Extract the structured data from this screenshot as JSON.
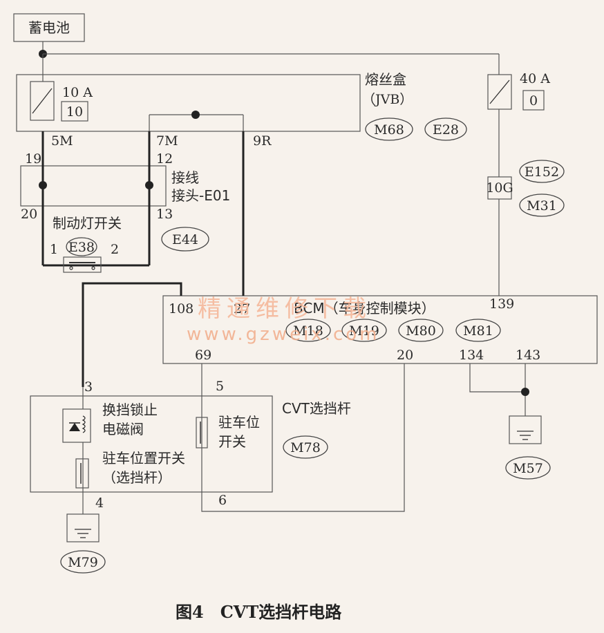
{
  "battery": "蓄电池",
  "fuse_box": {
    "name": "熔丝盒",
    "code": "（JVB）",
    "connectors": [
      "M68",
      "E28"
    ]
  },
  "fuse_10a": {
    "rating": "10 A",
    "number": "10"
  },
  "fuse_40a": {
    "rating": "40 A",
    "number": "0"
  },
  "pins": {
    "p5m": "5M",
    "p7m": "7M",
    "p9r": "9R",
    "p19": "19",
    "p12": "12",
    "p20": "20",
    "p13": "13",
    "p1": "1",
    "p2": "2",
    "p108": "108",
    "p27": "27",
    "p139": "139",
    "p69": "69",
    "p20b": "20",
    "p134": "134",
    "p143": "143",
    "p3": "3",
    "p4": "4",
    "p5": "5",
    "p6": "6"
  },
  "junction": {
    "line1": "接线",
    "line2": "接头-E01",
    "connector": "E44"
  },
  "brake_switch": {
    "name": "制动灯开关",
    "connector": "E38"
  },
  "connector_10g": "10G",
  "connectors_right": [
    "E152",
    "M31"
  ],
  "bcm": {
    "name": "BCM（车身控制模块）",
    "connectors": [
      "M18",
      "M19",
      "M80",
      "M81"
    ]
  },
  "cvt": {
    "name": "CVT选挡杆",
    "connector": "M78",
    "solenoid_l1": "换挡锁止",
    "solenoid_l2": "电磁阀",
    "park_switch_l1": "驻车位",
    "park_switch_l2": "开关",
    "pos_switch_l1": "驻车位置开关",
    "pos_switch_l2": "（选挡杆）"
  },
  "grounds": [
    "M57",
    "M79"
  ],
  "watermark": {
    "line1": "精通维修下载",
    "line2": "www.gzweix.com"
  },
  "caption": "图4　CVT选挡杆电路"
}
